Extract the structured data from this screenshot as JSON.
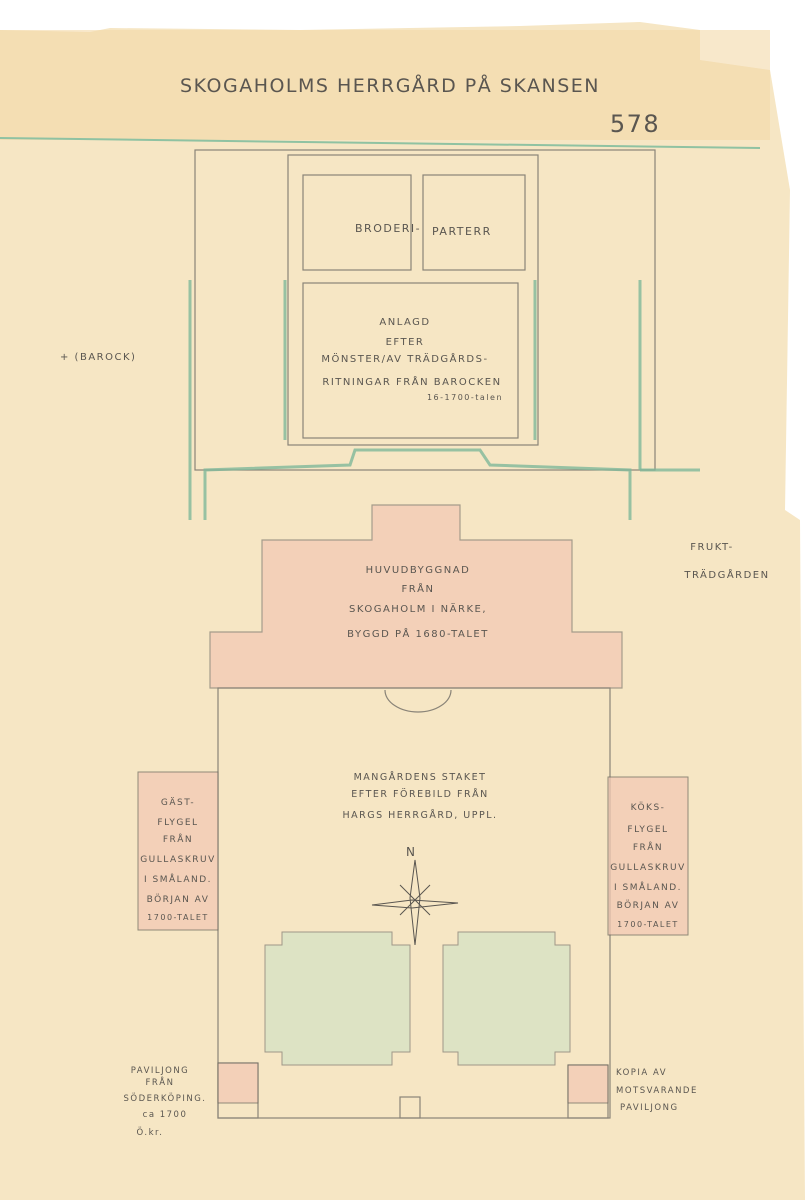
{
  "title": "SKOGAHOLMS HERRGÅRD PÅ SKANSEN",
  "sheet_number": "578",
  "parterre": {
    "label_left": "BRODERI-",
    "label_right": "PARTERR"
  },
  "garden_note": [
    "ANLAGD",
    "EFTER",
    "MÖNSTER/AV TRÄDGÅRDS-",
    "RITNINGAR FRÅN BAROCKEN",
    "16-1700-talen"
  ],
  "baroque_note": "+ (BAROCK)",
  "orchard": [
    "FRUKT-",
    "TRÄDGÅRDEN"
  ],
  "main_building": [
    "HUVUDBYGGNAD",
    "FRÅN",
    "SKOGAHOLM I NÄRKE,",
    "BYGGD PÅ 1680-TALET"
  ],
  "fence_note": [
    "MANGÅRDENS STAKET",
    "EFTER FÖREBILD FRÅN",
    "HARGS HERRGÅRD, UPPL."
  ],
  "guest_wing": [
    "GÄST-",
    "FLYGEL",
    "FRÅN",
    "GULLASKRUV",
    "I SMÅLAND.",
    "BÖRJAN AV",
    "1700-TALET"
  ],
  "kitchen_wing": [
    "KÖKS-",
    "FLYGEL",
    "FRÅN",
    "GULLASKRUV",
    "I SMÅLAND.",
    "BÖRJAN AV",
    "1700-TALET"
  ],
  "compass": "N",
  "pavilion_left": [
    "PAVILJONG",
    "FRÅN",
    "SÖDERKÖPING.",
    "ca 1700",
    "Ö.kr."
  ],
  "pavilion_right": [
    "KOPIA AV",
    "MOTSVARANDE",
    "PAVILJONG"
  ],
  "colors": {
    "paper": "#f6e6c4",
    "pink": "#f2c9b4",
    "green": "#7fb89a",
    "pencil": "#5a5650"
  }
}
